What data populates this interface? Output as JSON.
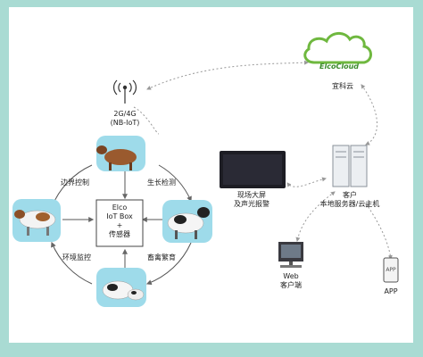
{
  "colors": {
    "background": "#a9dbd3",
    "panel": "#ffffff",
    "cloud_green": "#6fb83f",
    "box_blue": "#2f5fa8",
    "screen_dark": "#1d1d24",
    "arrow_gray": "#8a8a8a"
  },
  "cloud": {
    "logo_text": "ElcoCloud",
    "label": "宜科云"
  },
  "antenna": {
    "label_line1": "2G/4G",
    "label_line2": "(NB-IoT)"
  },
  "hub": {
    "line1": "Elco",
    "line2": "IoT Box",
    "line3": "+",
    "line4": "传感器"
  },
  "cycle_labels": {
    "border_control": "边界控制",
    "growth_detection": "生长检测",
    "environment_monitor": "环境监控",
    "livestock_breeding": "畜禽繁育"
  },
  "screen": {
    "label_line1": "现场大屏",
    "label_line2": "及声光报警"
  },
  "server": {
    "label_line1": "客户",
    "label_line2": "本地服务器/云主机"
  },
  "web": {
    "label_line1": "Web",
    "label_line2": "客户端"
  },
  "app": {
    "screen_text": "APP",
    "label": "APP"
  },
  "icons": [
    "cloud-icon",
    "antenna-icon",
    "cow-icon",
    "monitor-icon",
    "server-icon",
    "desktop-icon",
    "phone-icon"
  ]
}
